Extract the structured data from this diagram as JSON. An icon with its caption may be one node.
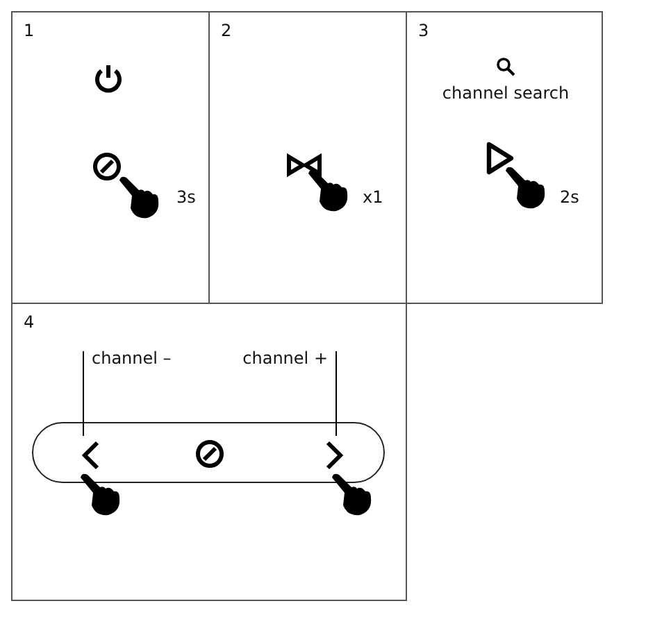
{
  "diagram": {
    "nodes": [
      {
        "text": [
          "1",
          "3s"
        ]
      },
      {
        "text": [
          "2",
          "x1"
        ]
      },
      {
        "text": [
          "3",
          "channel search",
          "2s"
        ]
      },
      {
        "text": [
          "4"
        ]
      },
      {
        "text": [
          "channel –"
        ],
        "in": 3
      },
      {
        "text": [
          "channel +"
        ],
        "in": 3
      },
      {
        "text": [],
        "shape": "box",
        "in": 3
      },
      {
        "text": [],
        "shape": "chevron",
        "in": 6
      },
      {
        "text": [],
        "shape": "chevron",
        "in": 6
      }
    ],
    "edges": [
      {
        "from": 4,
        "to": 7,
        "arrow": "none"
      },
      {
        "from": 5,
        "to": 8,
        "arrow": "none"
      }
    ]
  }
}
